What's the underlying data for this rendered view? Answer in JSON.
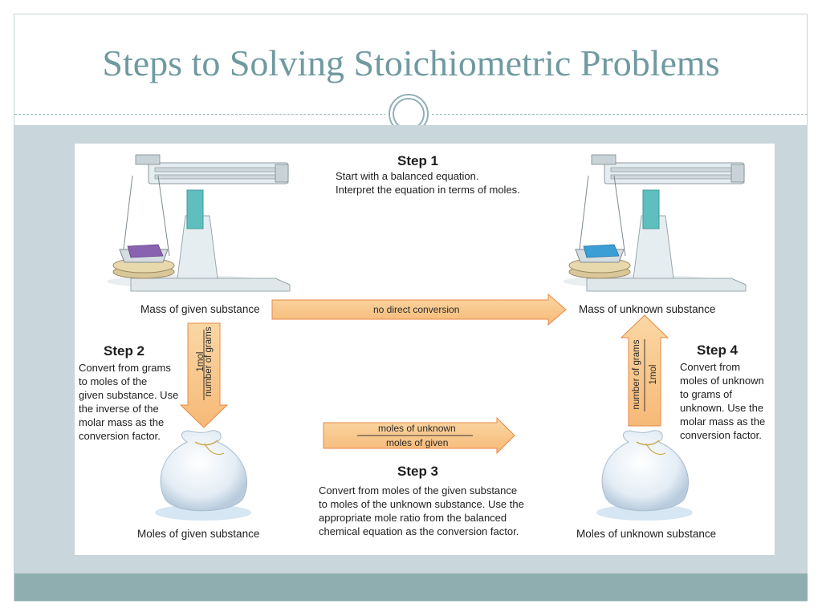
{
  "slide": {
    "title": "Steps to Solving Stoichiometric Problems"
  },
  "figure": {
    "step1": {
      "heading": "Step 1",
      "lines": [
        "Start with a balanced equation.",
        "Interpret the equation in terms of moles."
      ]
    },
    "step2": {
      "heading": "Step 2",
      "lines": [
        "Convert from grams",
        "to moles of the",
        "given substance. Use",
        "the inverse of the",
        "molar mass as the",
        "conversion factor."
      ]
    },
    "step3": {
      "heading": "Step 3",
      "lines": [
        "Convert from moles of the given substance",
        "to moles of the unknown substance. Use the",
        "appropriate mole ratio from the balanced",
        "chemical equation as the conversion factor."
      ]
    },
    "step4": {
      "heading": "Step 4",
      "lines": [
        "Convert from",
        "moles of unknown",
        "to grams of",
        "unknown. Use the",
        "molar mass as the",
        "conversion factor."
      ]
    },
    "labels": {
      "mass_given": "Mass of given substance",
      "mass_unknown": "Mass of unknown substance",
      "moles_given": "Moles of given substance",
      "moles_unknown": "Moles of unknown substance"
    },
    "arrows": {
      "top": "no direct conversion",
      "middle_numerator": "moles of unknown",
      "middle_denominator": "moles of given",
      "left_numerator": "1mol",
      "left_denominator": "number of grams",
      "right_numerator": "number of grams",
      "right_denominator": "1mol"
    },
    "colors": {
      "arrow_fill": "#f9c98a",
      "arrow_edge": "#e8894a",
      "balance_body": "#e6edf0",
      "teal_post": "#5fbfbe",
      "given_sample": "#8a63b0",
      "unknown_sample": "#3b9fd6"
    }
  }
}
